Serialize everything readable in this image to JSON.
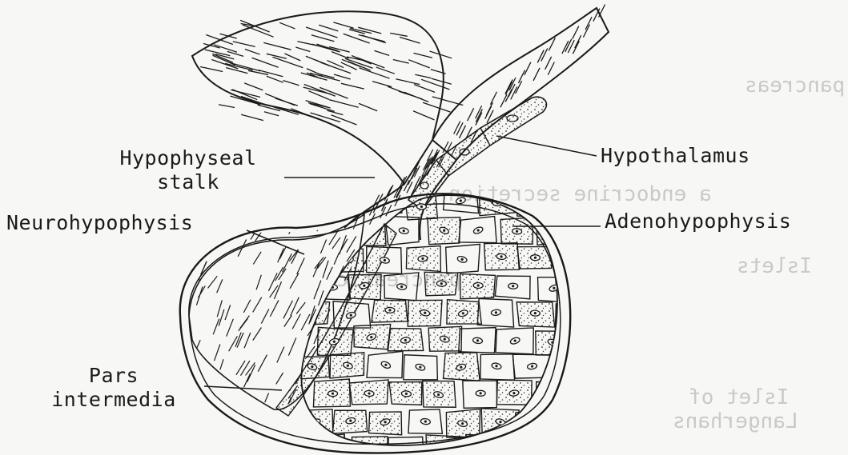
{
  "labels": {
    "hypophyseal_line1": "Hypophyseal",
    "hypophyseal_line2": "stalk",
    "neurohypophysis": "Neurohypophysis",
    "pars_line1": "Pars",
    "pars_line2": "intermedia",
    "hypothalamus": "Hypothalamus",
    "adenohypophysis": "Adenohypophysis"
  },
  "bleed_through": {
    "line1": "a endocrine secretion",
    "line2": "pancreatic",
    "line3": "Islets",
    "line4": "Islet of",
    "line5": "Langerhans",
    "line6": "pancreas"
  },
  "colors": {
    "paper": "#f7f7f5",
    "ink": "#1a1a1a",
    "bleed": "#c9c9c6"
  }
}
